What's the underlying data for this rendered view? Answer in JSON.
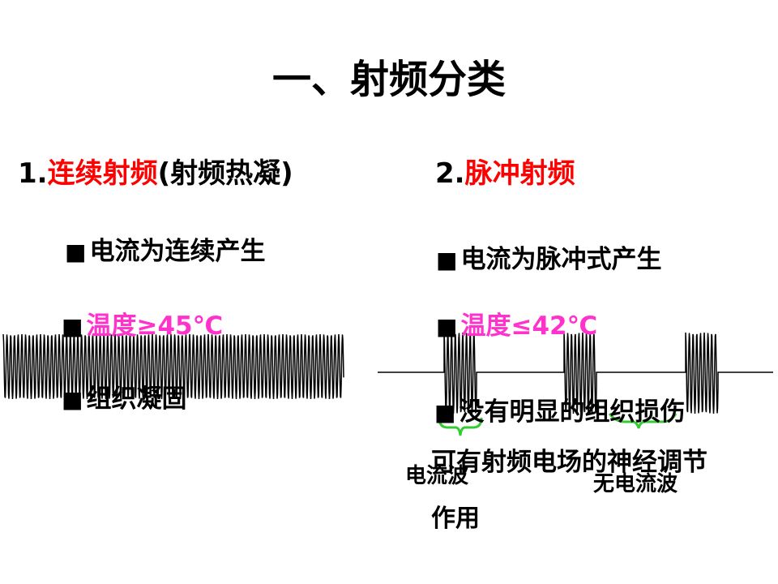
{
  "title": "一、射频分类",
  "colors": {
    "red": "#ff0000",
    "magenta": "#ff33cc",
    "green": "#33cc33",
    "black": "#000000"
  },
  "icons": {
    "bullet": "black-square-icon"
  },
  "left": {
    "heading_prefix": "1.",
    "heading_main": "连续射频",
    "heading_suffix": "(射频热凝)",
    "bullet_1": "电流为连续产生",
    "bullet_2": "温度≥45℃",
    "bullet_3": "组织凝固"
  },
  "right": {
    "heading_prefix": "2.",
    "heading_main": "脉冲射频",
    "bullet_1": "电流为脉冲式产生",
    "bullet_2": "温度≤42℃",
    "bullet_3": "没有明显的组织损伤",
    "bullet_4": "可有射频电场的神经调节",
    "label_current": "电流波",
    "label_no_current": "无电流波",
    "label_effect": "作用"
  }
}
